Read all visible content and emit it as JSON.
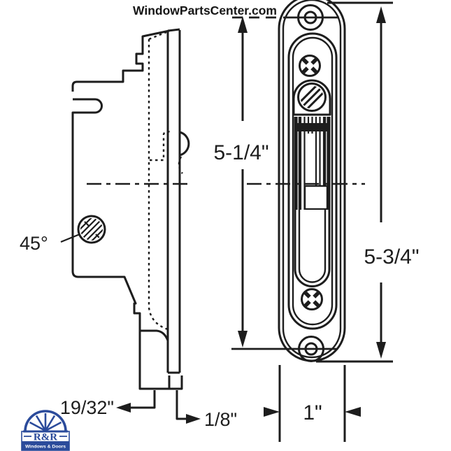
{
  "title": "WindowPartsCenter.com",
  "dimensions": {
    "screw_spacing": "5-1/4\"",
    "overall_length": "5-3/4\"",
    "faceplate_width": "1\"",
    "backset": "19/32\"",
    "lip": "1/8\"",
    "angle": "45°"
  },
  "logo": {
    "brand": "R&R",
    "tagline": "Windows & Doors"
  },
  "colors": {
    "line": "#1d1d1d",
    "logo_blue": "#2b4b9b",
    "background": "#ffffff"
  }
}
